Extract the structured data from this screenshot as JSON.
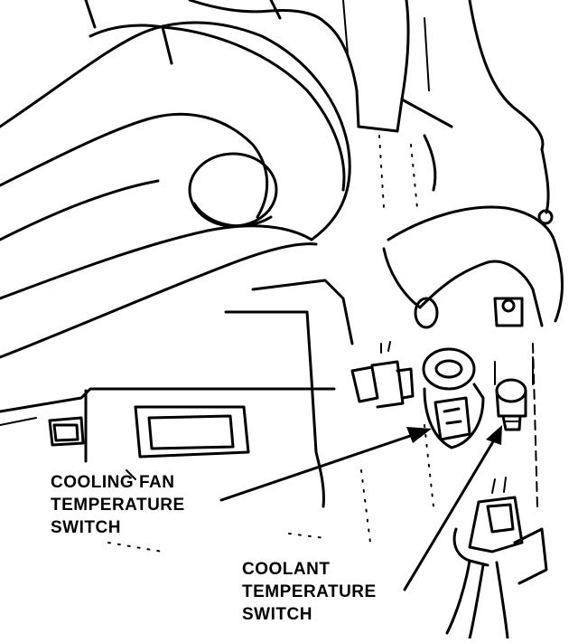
{
  "labels": {
    "cooling_fan_switch": [
      "COOLING FAN",
      "TEMPERATURE",
      "SWITCH"
    ],
    "coolant_switch": [
      "COOLANT",
      "TEMPERATURE",
      "SWITCH"
    ]
  },
  "colors": {
    "line": "#000000",
    "background": "#ffffff"
  }
}
